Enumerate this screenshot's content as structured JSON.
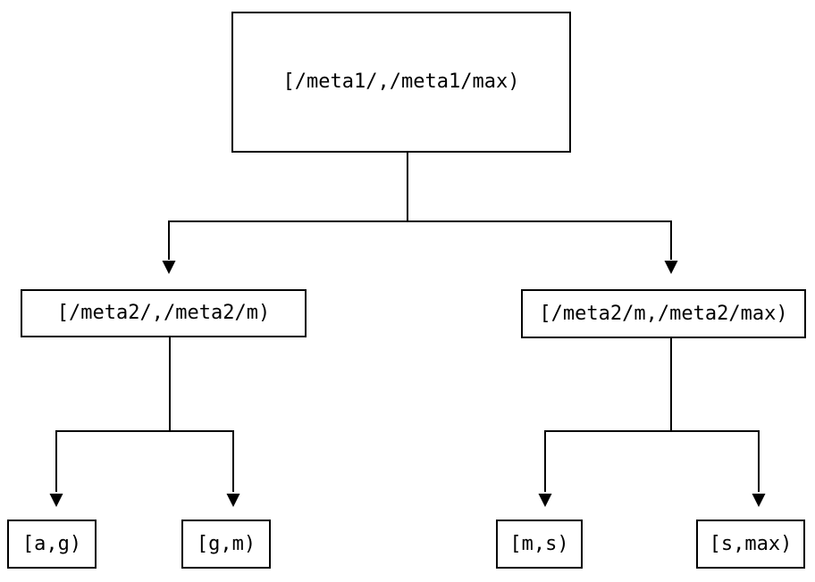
{
  "diagram": {
    "type": "binary-interval-partition-tree",
    "root": {
      "label": "[/meta1/,/meta1/max)"
    },
    "children": [
      {
        "label": "[/meta2/,/meta2/m)",
        "children": [
          {
            "label": "[a,g)"
          },
          {
            "label": "[g,m)"
          }
        ]
      },
      {
        "label": "[/meta2/m,/meta2/max)",
        "children": [
          {
            "label": "[m,s)"
          },
          {
            "label": "[s,max)"
          }
        ]
      }
    ],
    "colors": {
      "line": "#000000",
      "box_border": "#000000",
      "text": "#000000",
      "background": "#ffffff"
    }
  }
}
